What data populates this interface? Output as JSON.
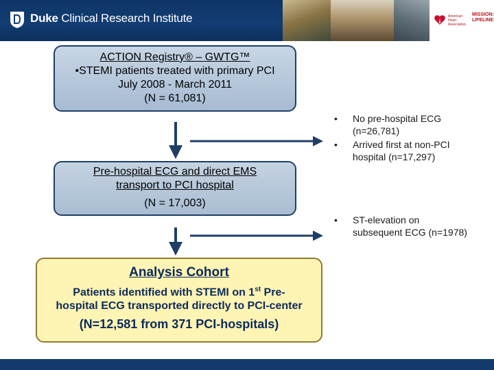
{
  "header": {
    "institution_bold": "Duke",
    "institution_rest": " Clinical Research Institute",
    "sponsor_aha": [
      "American",
      "Heart",
      "Association."
    ],
    "sponsor_ml": [
      "MISSION:",
      "LIFELINE"
    ],
    "icons": [
      "duke-shield-icon",
      "aha-heart-torch-icon"
    ]
  },
  "flow": {
    "top_box": {
      "line1": "ACTION Registry® – GWTG™",
      "line2": "•STEMI patients treated with primary PCI",
      "line3": "July 2008 - March 2011",
      "line4": "(N = 61,081)"
    },
    "exclusion_1": [
      "No pre-hospital ECG (n=26,781)",
      "Arrived first at non-PCI hospital (n=17,297)"
    ],
    "mid_box": {
      "line1": "Pre-hospital ECG and direct EMS",
      "line2": "transport to PCI hospital",
      "line3": "(N = 17,003)"
    },
    "exclusion_2": [
      "ST-elevation on subsequent ECG (n=1978)"
    ],
    "bottom_box": {
      "title": "Analysis Cohort",
      "line1_a": "Patients identified with STEMI on 1",
      "line1_sup": "st",
      "line1_b": " Pre-",
      "line2": "hospital ECG transported directly to PCI-center",
      "line3": "(N=12,581 from 371 PCI-hospitals)"
    }
  },
  "colors": {
    "header_navy": "#123d73",
    "box_blue": "#b6c8db",
    "box_yellow": "#fef4b4",
    "arrow_navy": "#1f3e66"
  }
}
